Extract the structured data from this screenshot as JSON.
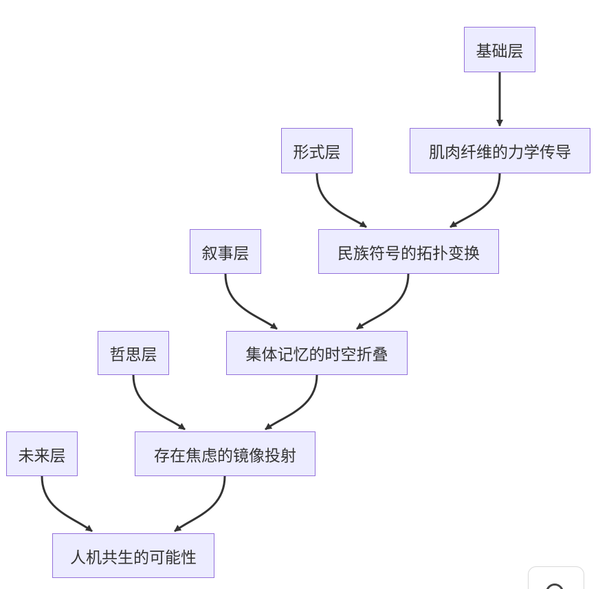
{
  "nodes": {
    "base_layer": "基础层",
    "muscle_mechanics": "肌肉纤维的力学传导",
    "form_layer": "形式层",
    "ethnic_symbol_topology": "民族符号的拓扑变换",
    "narrative_layer": "叙事层",
    "collective_memory_fold": "集体记忆的时空折叠",
    "philosophy_layer": "哲思层",
    "existential_anxiety_projection": "存在焦虑的镜像投射",
    "future_layer": "未来层",
    "human_machine_symbiosis": "人机共生的可能性"
  },
  "edges": [
    {
      "from": "base_layer",
      "to": "muscle_mechanics"
    },
    {
      "from": "form_layer",
      "to": "ethnic_symbol_topology"
    },
    {
      "from": "muscle_mechanics",
      "to": "ethnic_symbol_topology"
    },
    {
      "from": "narrative_layer",
      "to": "collective_memory_fold"
    },
    {
      "from": "ethnic_symbol_topology",
      "to": "collective_memory_fold"
    },
    {
      "from": "philosophy_layer",
      "to": "existential_anxiety_projection"
    },
    {
      "from": "collective_memory_fold",
      "to": "existential_anxiety_projection"
    },
    {
      "from": "future_layer",
      "to": "human_machine_symbiosis"
    },
    {
      "from": "existential_anxiety_projection",
      "to": "human_machine_symbiosis"
    }
  ],
  "colors": {
    "node_fill": "#ECECFF",
    "node_border": "#9370DB",
    "edge": "#333333",
    "text": "#333333"
  },
  "icons": {
    "corner_control": "zoom-icon"
  }
}
